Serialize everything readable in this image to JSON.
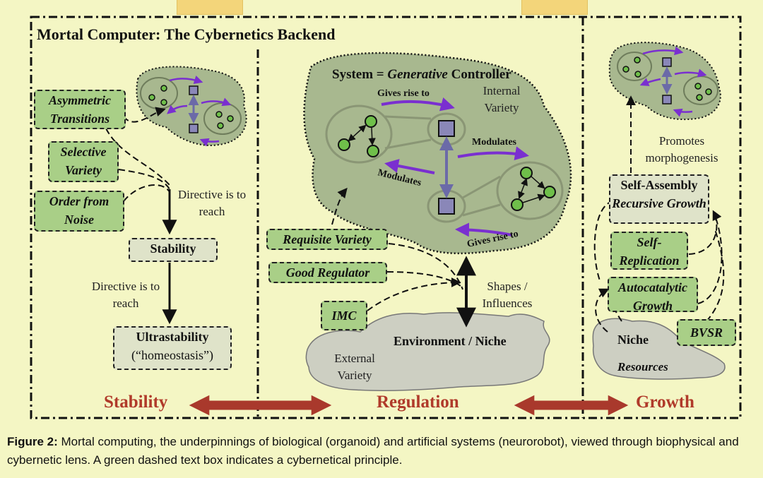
{
  "title": "Mortal Computer: The Cybernetics Backend",
  "stability_panel": {
    "principles": [
      "Asymmetric Transitions",
      "Selective Variety",
      "Order from Noise"
    ],
    "directive_1": "Directive is to reach",
    "stability": "Stability",
    "directive_2": "Directive is to reach",
    "ultrastability": "Ultrastability",
    "homeostasis": "(“homeostasis”)"
  },
  "regulation_panel": {
    "system_label_1": "System = ",
    "system_label_2": "Generative",
    "system_label_3": " Controller",
    "internal_variety": "Internal Variety",
    "gives_rise_to_1": "Gives rise to",
    "modulates_1": "Modulates",
    "modulates_2": "Modulates",
    "gives_rise_to_2": "Gives rise to",
    "principles": [
      "Requisite Variety",
      "Good Regulator",
      "IMC"
    ],
    "shapes": "Shapes / Influences",
    "environment": "Environment / Niche",
    "external_variety": "External Variety"
  },
  "growth_panel": {
    "promotes": "Promotes morphogenesis",
    "self_assembly": "Self-Assembly",
    "recursive_growth": "Recursive Growth",
    "self_replication": "Self-Replication",
    "autocatalytic": "Autocatalytic Growth",
    "bvsr": "BVSR",
    "niche": "Niche",
    "resources": "Resources"
  },
  "sections": [
    "Stability",
    "Regulation",
    "Growth"
  ],
  "caption": {
    "label": "Figure 2:",
    "text": " Mortal computing, the underpinnings of biological (organoid) and artificial systems (neurorobot), viewed through biophysical and cybernetic lens. A green dashed text box indicates a cybernetical principle."
  },
  "colors": {
    "background": "#f4f6c4",
    "principle_green": "#a9cf87",
    "blob_green": "#a8b88f",
    "env_grey": "#cdcfc2",
    "purple_arrow": "#7a2fd0",
    "section_red": "#b03a2a"
  }
}
